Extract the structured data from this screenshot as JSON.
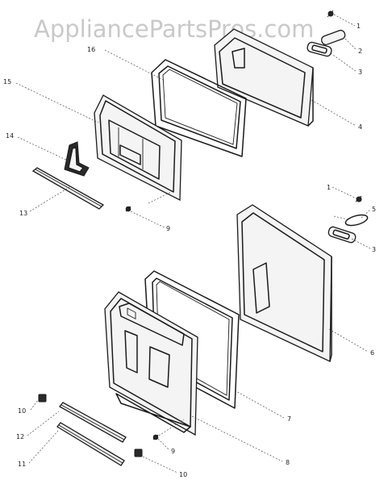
{
  "watermark": "AppliancePartsPros.com",
  "callouts": {
    "c1a": "1",
    "c2": "2",
    "c3a": "3",
    "c4": "4",
    "c16": "16",
    "c15": "15",
    "c14": "14",
    "c13": "13",
    "c9a": "9",
    "c1b": "1",
    "c5": "5",
    "c3b": "3",
    "c6": "6",
    "c7": "7",
    "c8": "8",
    "c9b": "9",
    "c10a": "10",
    "c12": "12",
    "c11": "11",
    "c10b": "10"
  }
}
